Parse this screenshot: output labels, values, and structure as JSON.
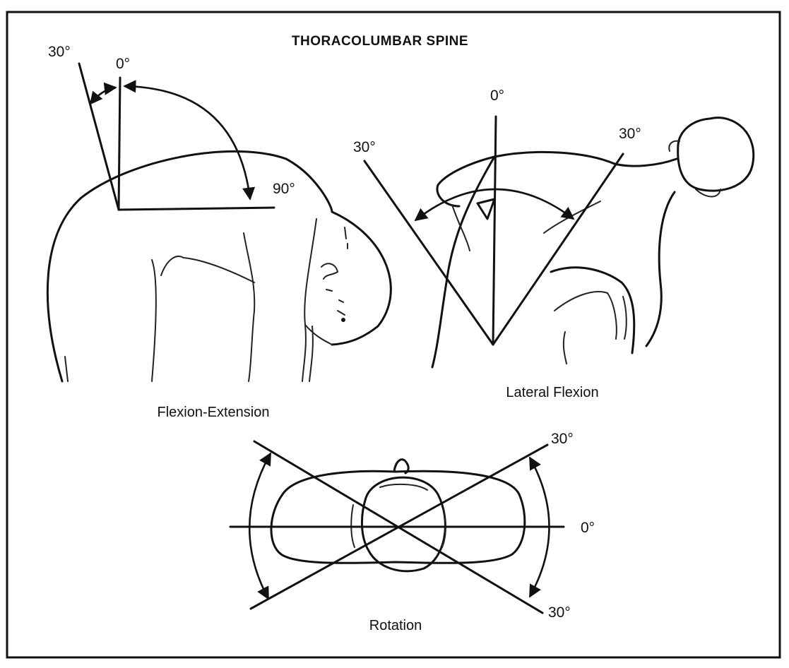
{
  "title": "THORACOLUMBAR SPINE",
  "panels": {
    "flexion_extension": {
      "caption": "Flexion-Extension",
      "labels": {
        "extension": "30°",
        "neutral": "0°",
        "flexion": "90°"
      }
    },
    "lateral_flexion": {
      "caption": "Lateral Flexion",
      "labels": {
        "neutral": "0°",
        "left": "30°",
        "right": "30°"
      }
    },
    "rotation": {
      "caption": "Rotation",
      "labels": {
        "upper": "30°",
        "neutral": "0°",
        "lower": "30°"
      }
    }
  },
  "colors": {
    "ink": "#111111",
    "background": "#ffffff"
  }
}
